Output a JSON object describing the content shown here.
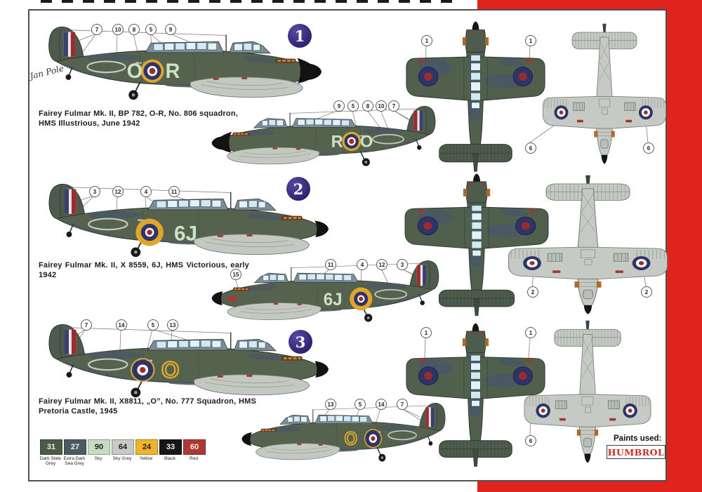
{
  "artist": "Jan Pole",
  "sections": [
    {
      "number": "1",
      "caption": "Fairey Fulmar Mk. II, BP 782, O-R, No. 806 squadron, HMS Illustrious, June 1942",
      "code_left": "O",
      "code_right": "R"
    },
    {
      "number": "2",
      "caption": "Fairey Fulmar Mk. II, X 8559, 6J, HMS Victorious, early 1942",
      "code": "6J"
    },
    {
      "number": "3",
      "caption": "Fairey Fulmar Mk. II, X8811, „O”, No. 777 Squadron, HMS Pretoria Castle, 1945",
      "code": "O"
    }
  ],
  "callouts": {
    "s1a": [
      "7",
      "10",
      "8",
      "5",
      "9"
    ],
    "s1b": [
      "9",
      "5",
      "8",
      "10",
      "7"
    ],
    "s2a": [
      "3",
      "12",
      "4",
      "11"
    ],
    "s2b": [
      "11",
      "4",
      "12",
      "3",
      "15"
    ],
    "s3a": [
      "7",
      "14",
      "5",
      "13"
    ],
    "s3b": [
      "13",
      "5",
      "14",
      "7"
    ],
    "top1": [
      "1",
      "1"
    ],
    "top3": [
      "1",
      "1"
    ],
    "bot1": [
      "6",
      "6"
    ],
    "bot2": [
      "2",
      "2"
    ],
    "bot3": [
      "6"
    ]
  },
  "paints": {
    "title": "Paints used:",
    "brand": "HUMBROL",
    "items": [
      {
        "code": "31",
        "name": "Dark Slate Grey",
        "color": "#4d5a45"
      },
      {
        "code": "27",
        "name": "Extra Dark Sea Grey",
        "color": "#4b5a61"
      },
      {
        "code": "90",
        "name": "Sky",
        "color": "#c7ddc1"
      },
      {
        "code": "64",
        "name": "Sky Grey",
        "color": "#c7c9c5"
      },
      {
        "code": "24",
        "name": "Yellow",
        "color": "#efb32d"
      },
      {
        "code": "33",
        "name": "Black",
        "color": "#171717"
      },
      {
        "code": "60",
        "name": "Red",
        "color": "#ad3936"
      }
    ]
  },
  "colors": {
    "band_red": "#e0231c",
    "badge_purple": "#3a2c83",
    "camo_dark_slate": "#55624e",
    "camo_sea_grey": "#4b5a62",
    "underside_sky_grey": "#c6cac4",
    "sky_code_letters": "#cde0c8",
    "roundel_yellow": "#e0a62c",
    "roundel_blue": "#2e3468",
    "roundel_red": "#9c2a2e"
  }
}
